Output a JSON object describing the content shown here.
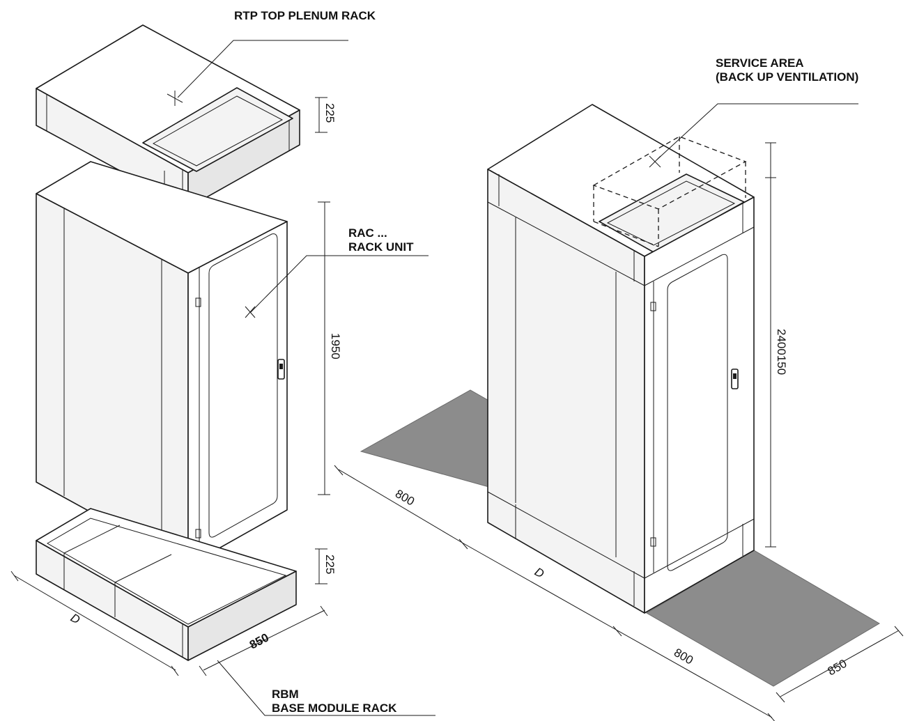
{
  "labels": {
    "plenum": "RTP TOP PLENUM RACK",
    "service_line1": "SERVICE AREA",
    "service_line2": "(BACK UP VENTILATION)",
    "rack_line1": "RAC ...",
    "rack_line2": "RACK UNIT",
    "base_line1": "RBM",
    "base_line2": "BASE MODULE RACK"
  },
  "dimensions": {
    "plenum_height": "225",
    "rack_height": "1950",
    "base_height": "225",
    "left_depth": "D",
    "left_width": "850",
    "total_height": "2400150",
    "front_clearance": "800",
    "right_depth": "D",
    "rear_clearance": "800",
    "right_width": "850"
  }
}
